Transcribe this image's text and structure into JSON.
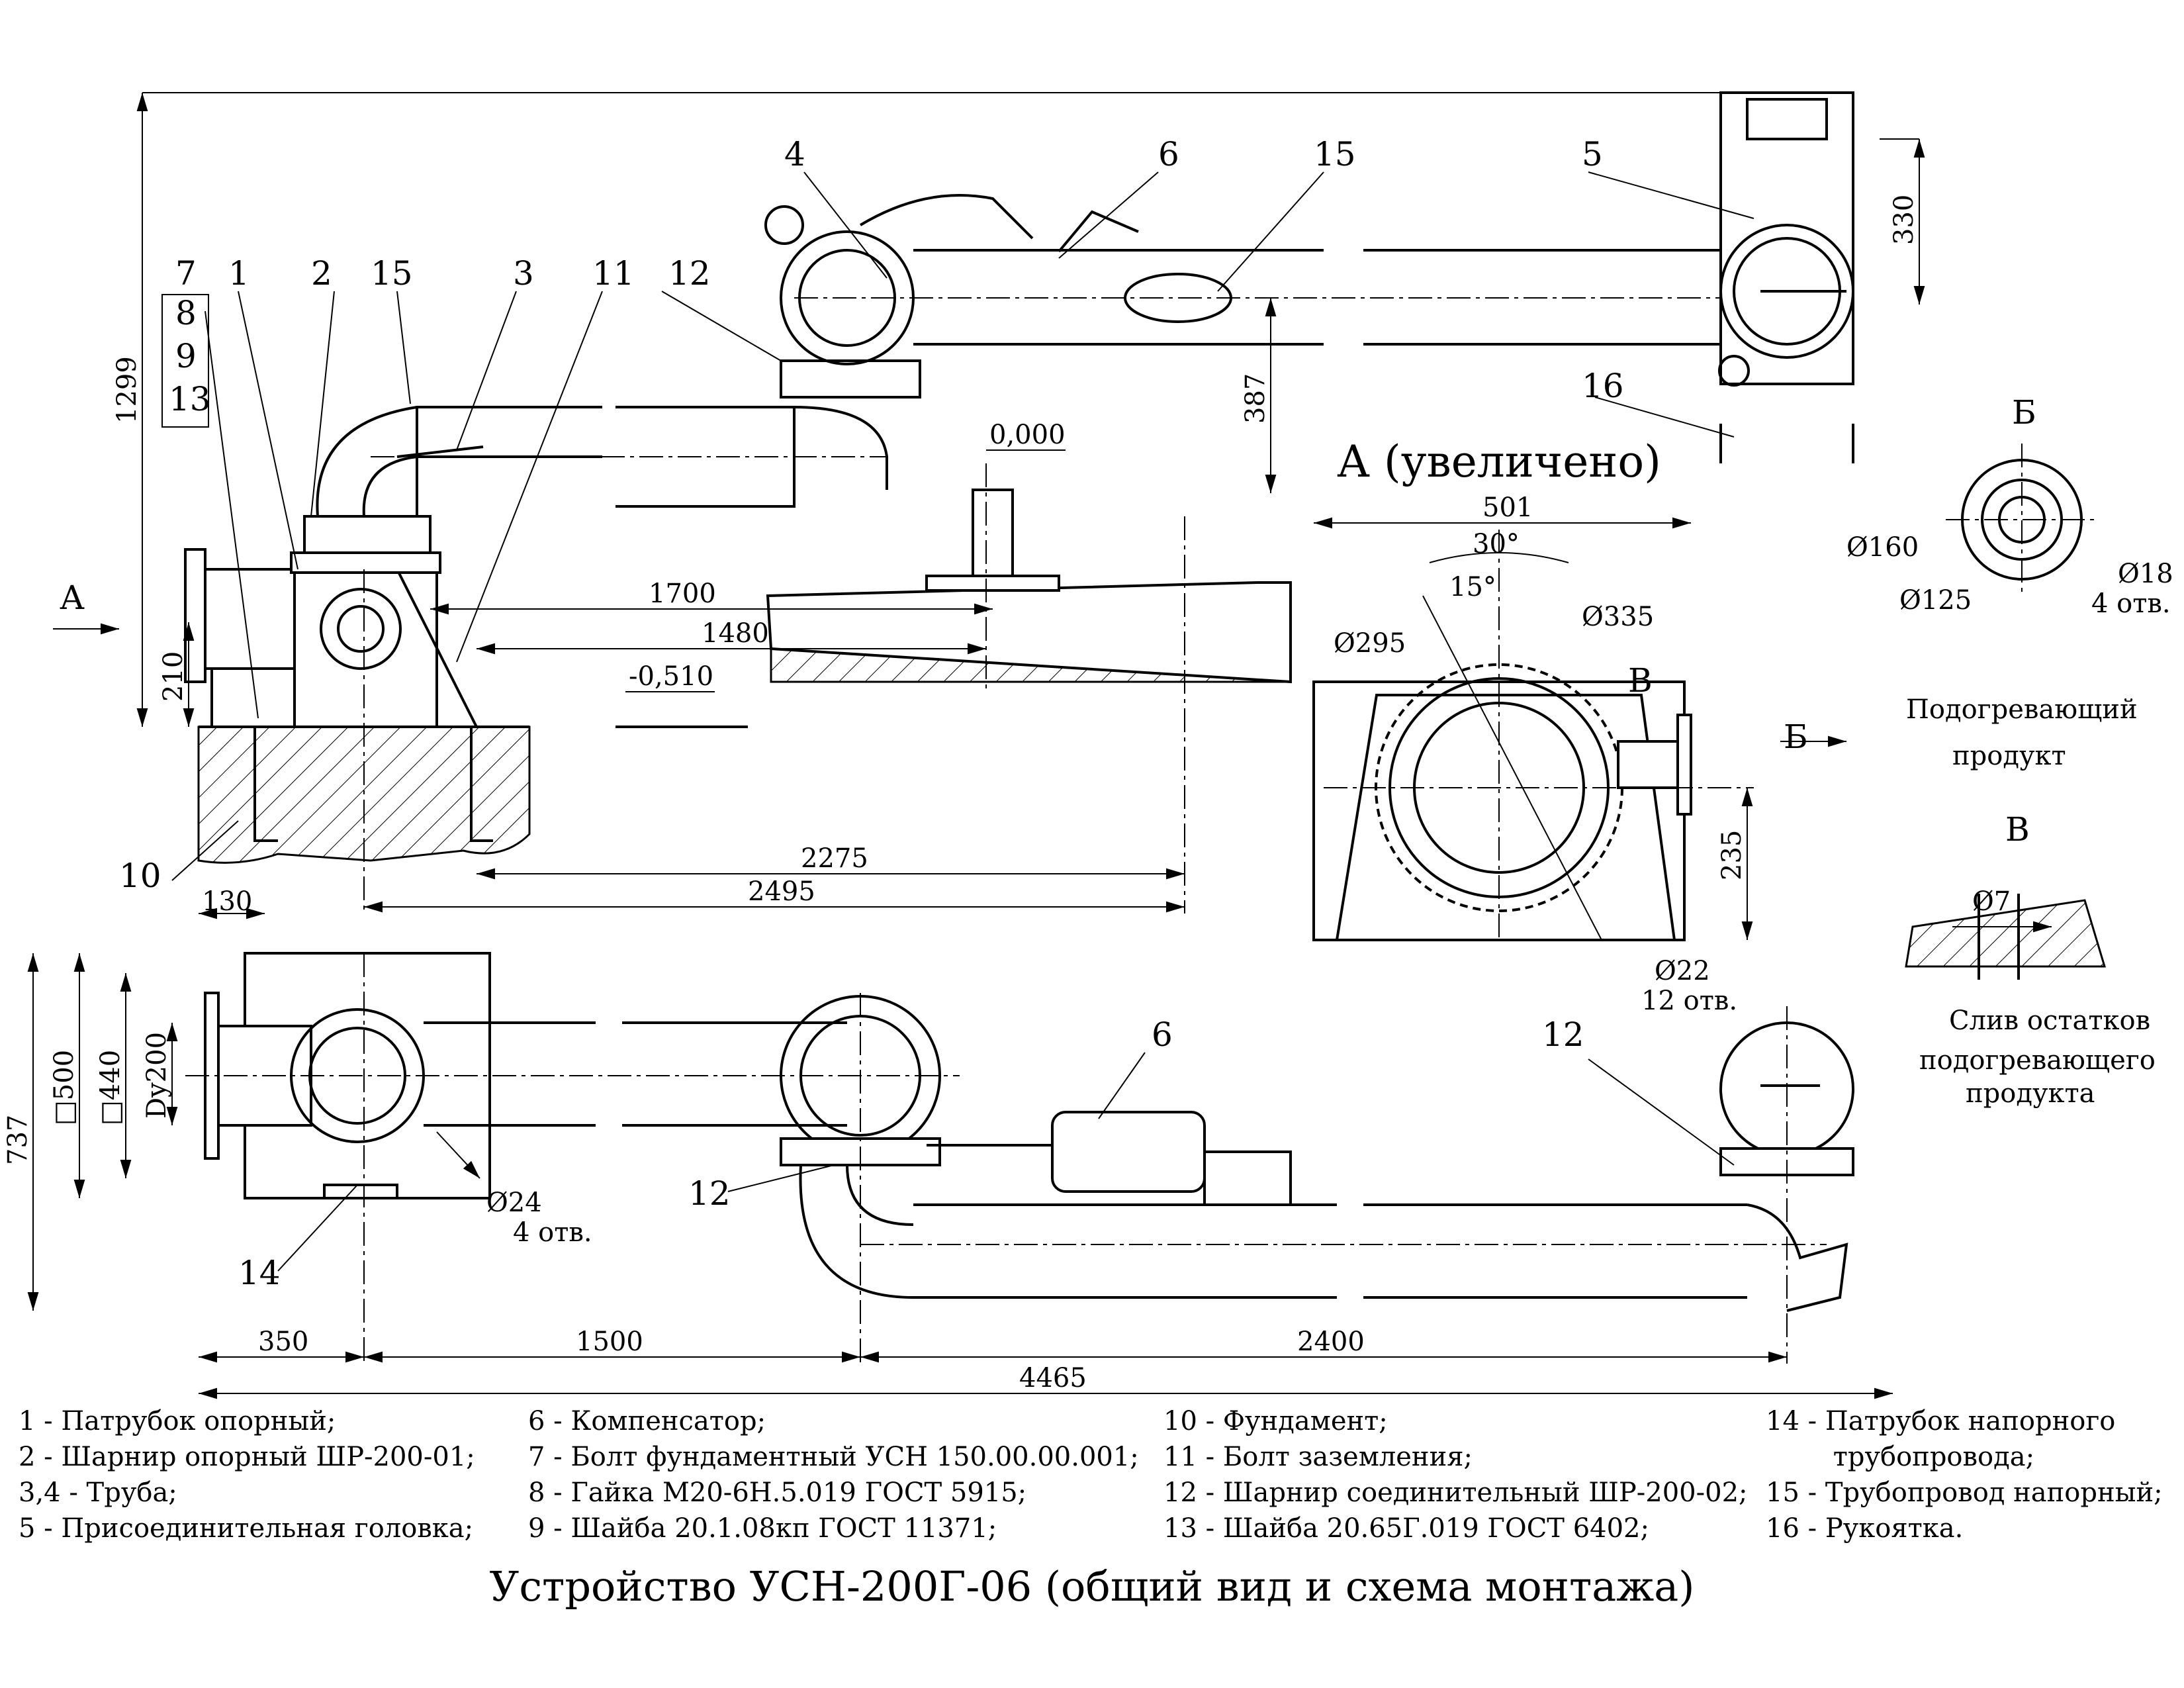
{
  "title": "Устройство УСН-200Г-06 (общий вид и схема монтажа)",
  "views": {
    "view_a": "А (увеличено)",
    "arrow_a": "А",
    "view_b": "Б",
    "arrow_b": "Б",
    "view_v": "В",
    "detail_v": "В",
    "heating_product": [
      "Подогревающий",
      "продукт"
    ],
    "drain_note": [
      "Слив остатков",
      "подогревающего",
      "продукта"
    ]
  },
  "callouts": {
    "n1": "1",
    "n2": "2",
    "n3": "3",
    "n4": "4",
    "n5": "5",
    "n6": "6",
    "n7": "7",
    "n8": "8",
    "n9": "9",
    "n10": "10",
    "n11": "11",
    "n12": "12",
    "n13": "13",
    "n14": "14",
    "n15": "15",
    "n16": "16",
    "n15b": "15",
    "n6b": "6",
    "n12b": "12",
    "n12c": "12"
  },
  "dimensions": {
    "d1299": "1299",
    "d210": "210",
    "d387": "387",
    "d330": "330",
    "d1700": "1700",
    "d1480": "1480",
    "d2275": "2275",
    "d2495": "2495",
    "d130": "130",
    "elev_0": "0,000",
    "elev_m": "-0,510",
    "d501": "501",
    "a30": "30°",
    "a15": "15°",
    "o295": "Ø295",
    "o335": "Ø335",
    "d235": "235",
    "o22": "Ø22",
    "o22_count": "12 отв.",
    "o160": "Ø160",
    "o125": "Ø125",
    "o18": "Ø18",
    "o18_count": "4 отв.",
    "o7": "Ø7",
    "d737": "737",
    "sq500": "□500",
    "sq440": "□440",
    "dy200": "Dy200",
    "o24": "Ø24",
    "o24_count": "4 отв.",
    "d350": "350",
    "d1500": "1500",
    "d2400": "2400",
    "d4465": "4465"
  },
  "legend": [
    [
      "1 - Патрубок опорный;",
      "2 - Шарнир опорный ШР-200-01;",
      "3,4 - Труба;",
      "5 - Присоединительная головка;"
    ],
    [
      "6 - Компенсатор;",
      "7 - Болт фундаментный УСН 150.00.00.001;",
      "8 - Гайка М20-6Н.5.019 ГОСТ 5915;",
      "9 - Шайба 20.1.08кп ГОСТ 11371;"
    ],
    [
      "10 - Фундамент;",
      "11 - Болт заземления;",
      "12 - Шарнир соединительный ШР-200-02;",
      "13 - Шайба 20.65Г.019 ГОСТ 6402;"
    ],
    [
      "14 - Патрубок напорного",
      "        трубопровода;",
      "15 - Трубопровод напорный;",
      "16 - Рукоятка."
    ]
  ]
}
